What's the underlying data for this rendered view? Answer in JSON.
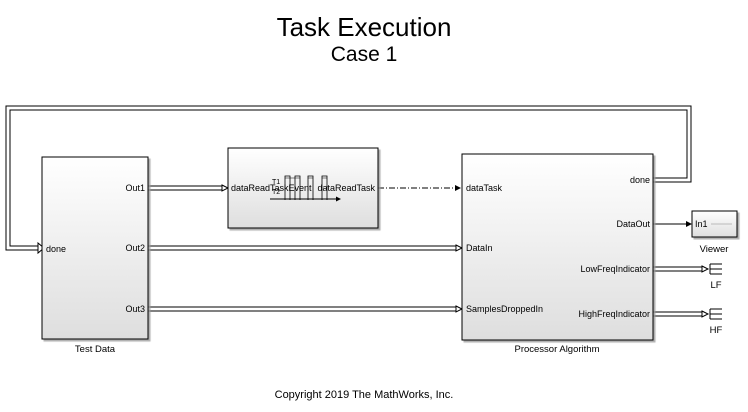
{
  "title": "Task Execution",
  "subtitle": "Case 1",
  "footer": "Copyright 2019 The MathWorks, Inc.",
  "blocks": {
    "test_data": {
      "label": "Test Data",
      "in_done": "done",
      "out1": "Out1",
      "out2": "Out2",
      "out3": "Out3"
    },
    "task_block": {
      "in_event": "dataReadTaskEvent",
      "out_task": "dataReadTask",
      "icon_t1": "T1",
      "icon_t2": "T2"
    },
    "processor": {
      "label": "Processor Algorithm",
      "in_task": "dataTask",
      "in_data": "DataIn",
      "in_samples": "SamplesDroppedIn",
      "out_done": "done",
      "out_data": "DataOut",
      "out_lf": "LowFreqIndicator",
      "out_hf": "HighFreqIndicator"
    },
    "viewer": {
      "label": "Viewer",
      "in1": "In1"
    },
    "terminators": {
      "lf": "LF",
      "hf": "HF"
    }
  }
}
